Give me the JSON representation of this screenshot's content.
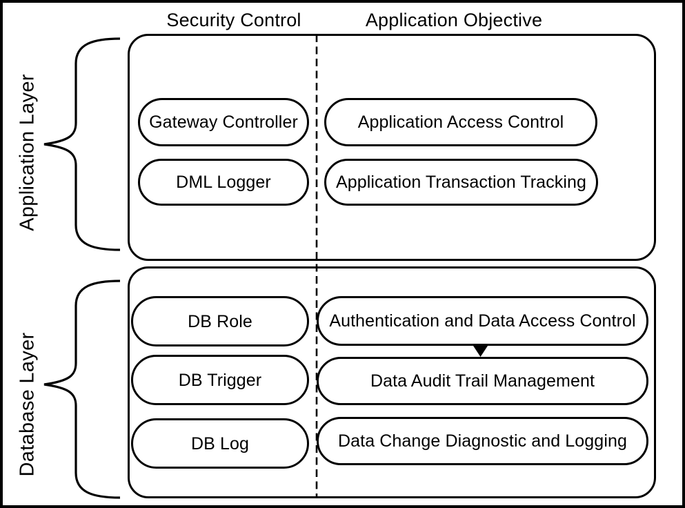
{
  "headers": {
    "security_control": "Security Control",
    "application_objective": "Application Objective"
  },
  "layers": [
    {
      "label": "Application Layer",
      "security_controls": [
        "Gateway Controller",
        "DML Logger"
      ],
      "application_objectives": [
        "Application Access Control",
        "Application Transaction Tracking"
      ]
    },
    {
      "label": "Database Layer",
      "security_controls": [
        "DB Role",
        "DB Trigger",
        "DB Log"
      ],
      "application_objectives": [
        "Authentication and Data Access Control",
        "Data Audit Trail Management",
        "Data Change Diagnostic and Logging"
      ]
    }
  ],
  "connections": [
    {
      "from": "Authentication and Data Access Control",
      "to": "Data Audit Trail Management",
      "type": "arrow-down"
    }
  ],
  "colors": {
    "stroke": "#000000",
    "background": "#ffffff"
  }
}
